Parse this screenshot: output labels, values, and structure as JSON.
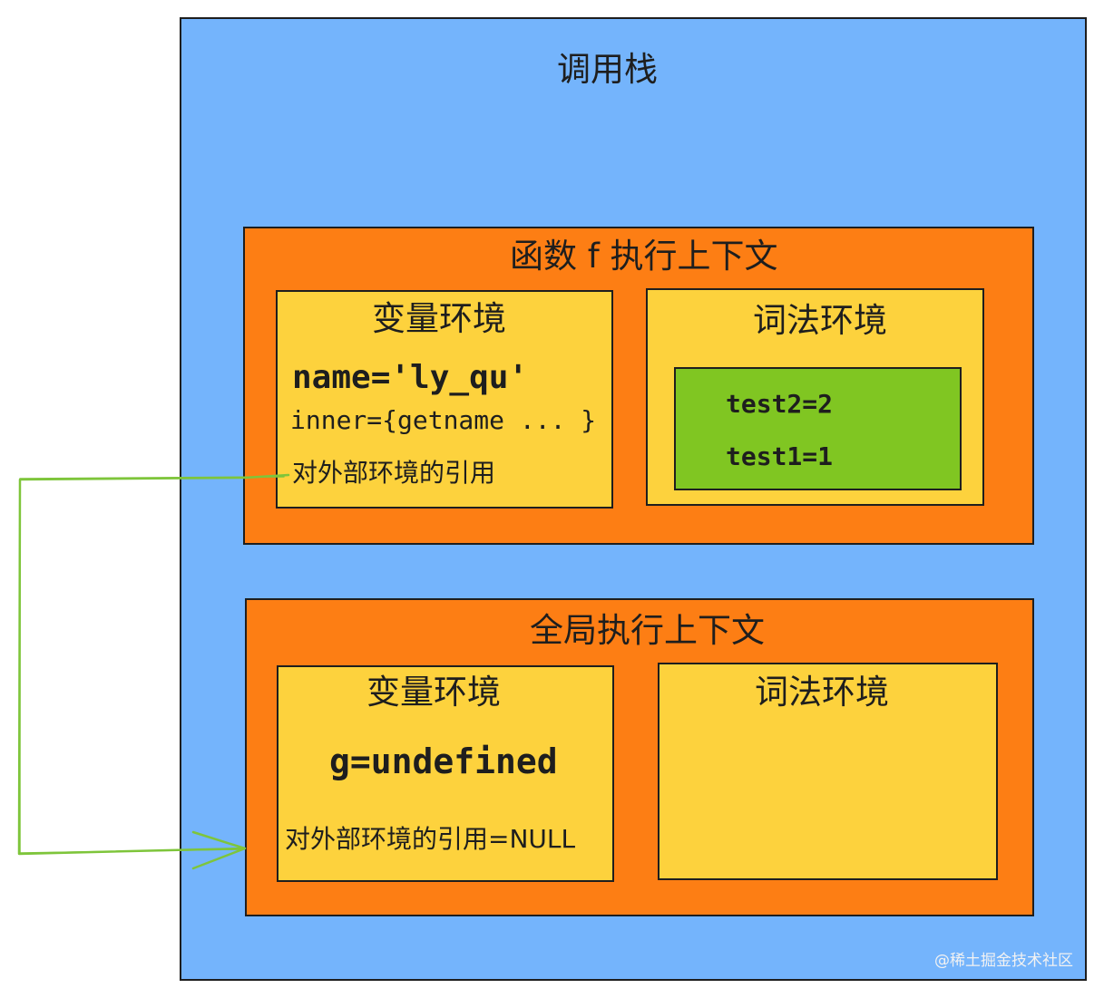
{
  "call_stack": {
    "title": "调用栈"
  },
  "function_context": {
    "title": "函数 f 执行上下文",
    "variable_env": {
      "title": "变量环境",
      "name_line": "name='ly_qu'",
      "inner_line": "inner={getname ... }",
      "outer_ref": "对外部环境的引用"
    },
    "lexical_env": {
      "title": "词法环境",
      "block_lines": [
        "test2=2",
        "test1=1"
      ]
    }
  },
  "global_context": {
    "title": "全局执行上下文",
    "variable_env": {
      "title": "变量环境",
      "value": "g=undefined",
      "outer_ref": "对外部环境的引用=NULL"
    },
    "lexical_env": {
      "title": "词法环境"
    }
  },
  "watermark": "@稀土掘金技术社区",
  "colors": {
    "call_stack_fill": "#74b4fc",
    "context_fill": "#fd7e14",
    "environment_fill": "#fdd23d",
    "block_fill": "#80c622",
    "arrow": "#7ec53b"
  }
}
